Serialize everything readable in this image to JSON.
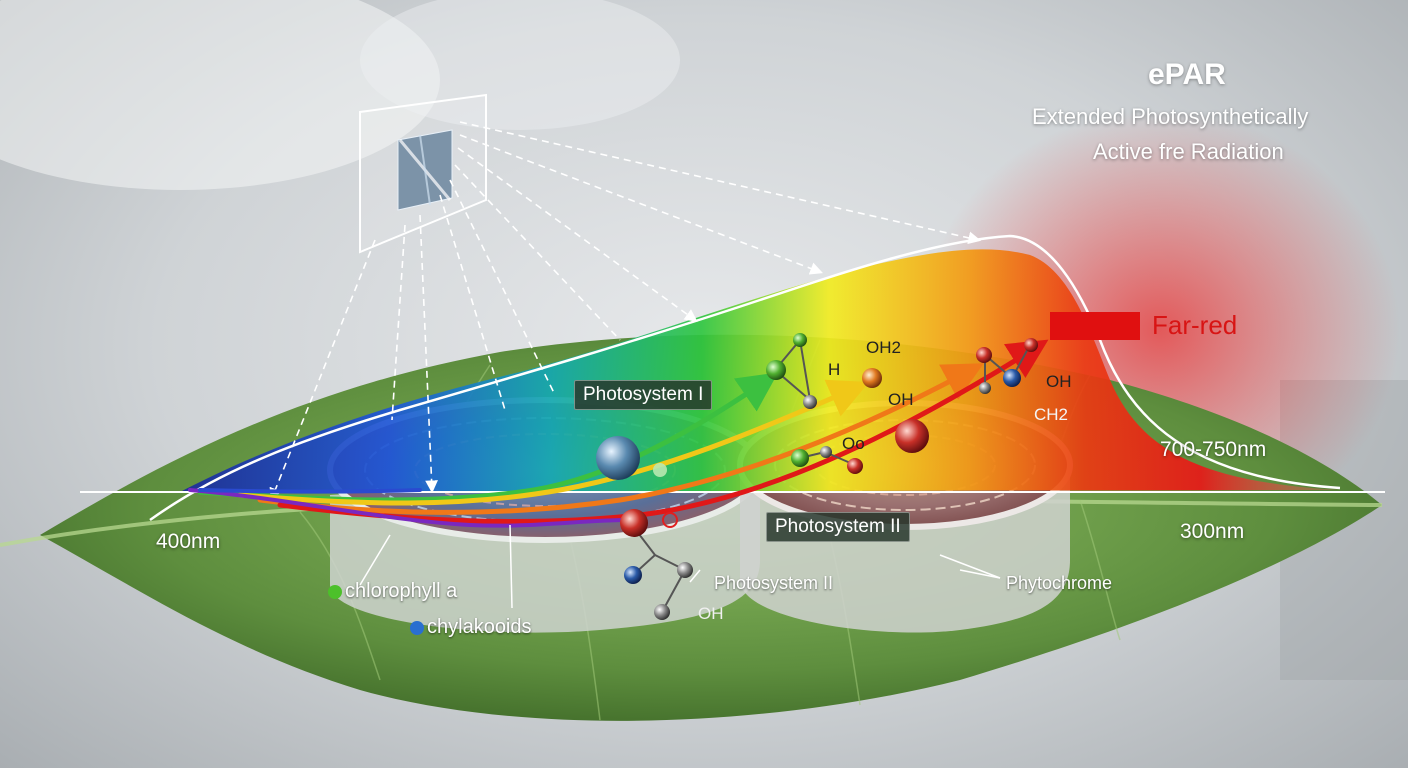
{
  "header": {
    "title": "ePAR",
    "subtitle_line1": "Extended Photosynthetically",
    "subtitle_line2": "Active fre Radiation"
  },
  "spectrum": {
    "low_label": "400nm",
    "high_label": "700-750nm",
    "baseline_label": "300nm",
    "far_red_label": "Far-red"
  },
  "labels": {
    "photosystem_1": "Photosystem I",
    "photosystem_2_box": "Photosystem II",
    "photosystem_2_lower": "Photosystem II",
    "phytochrome": "Phytochrome",
    "chlorophyll": "chlorophyll a",
    "thylakoids": "chylakooids"
  },
  "molecules": {
    "m1": "H",
    "m2": "OH2",
    "m3": "OH",
    "m4": "OH",
    "m5": "CH2",
    "m6": "Oo",
    "m7": "OH"
  },
  "colors": {
    "far_red": "#e01010",
    "chlorophyll_dot": "#4cc02a",
    "thylakoid_dot": "#2a6fd0",
    "leaf": "#6a9a48"
  }
}
